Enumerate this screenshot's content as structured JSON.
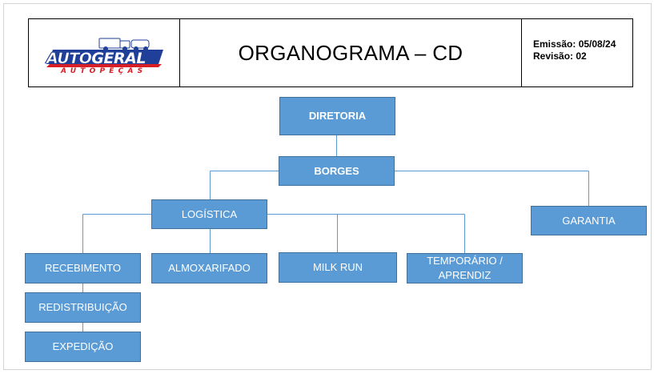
{
  "header": {
    "logo_main_1": "AUTO",
    "logo_main_2": "GERAL",
    "logo_sub": "AUTOPEÇAS",
    "title": "ORGANOGRAMA – CD",
    "emissao": "Emissão: 05/08/24",
    "revisao": "Revisão: 02"
  },
  "org": {
    "diretoria": "DIRETORIA",
    "borges": "BORGES",
    "logistica": "LOGÍSTICA",
    "garantia": "GARANTIA",
    "recebimento": "RECEBIMENTO",
    "almoxarifado": "ALMOXARIFADO",
    "milk_run": "MILK RUN",
    "temporario": "TEMPORÁRIO / APRENDIZ",
    "redistribuicao": "REDISTRIBUIÇÃO",
    "expedicao": "EXPEDIÇÃO"
  },
  "colors": {
    "box_fill": "#5b9bd5",
    "box_border": "#41719c",
    "connector": "#5b9bd5",
    "logo_blue": "#1f3f98",
    "logo_red": "#d91f26"
  }
}
